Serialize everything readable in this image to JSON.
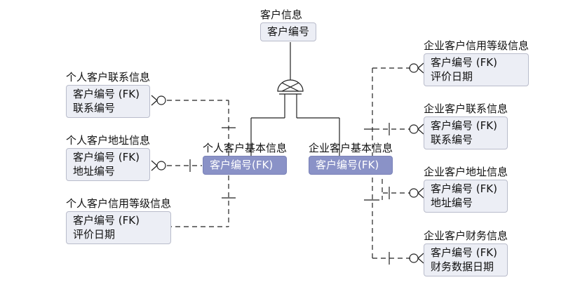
{
  "entities": {
    "customer": {
      "title": "客户信息",
      "attrs": [
        "客户编号"
      ]
    },
    "personal_contact": {
      "title": "个人客户联系信息",
      "attrs": [
        "客户编号 (FK)",
        "联系编号"
      ]
    },
    "personal_address": {
      "title": "个人客户地址信息",
      "attrs": [
        "客户编号 (FK)",
        "地址编号"
      ]
    },
    "personal_credit": {
      "title": "个人客户信用等级信息",
      "attrs": [
        "客户编号 (FK)",
        "评价日期"
      ]
    },
    "personal_basic": {
      "title": "个人客户基本信息",
      "attrs": [
        "客户编号(FK)"
      ]
    },
    "corporate_basic": {
      "title": "企业客户基本信息",
      "attrs": [
        "客户编号(FK)"
      ]
    },
    "corporate_credit": {
      "title": "企业客户信用等级信息",
      "attrs": [
        "客户编号 (FK)",
        "评价日期"
      ]
    },
    "corporate_contact": {
      "title": "企业客户联系信息",
      "attrs": [
        "客户编号 (FK)",
        "联系编号"
      ]
    },
    "corporate_address": {
      "title": "企业客户地址信息",
      "attrs": [
        "客户编号 (FK)",
        "地址编号"
      ]
    },
    "corporate_finance": {
      "title": "企业客户财务信息",
      "attrs": [
        "客户编号 (FK)",
        "财务数据日期"
      ]
    }
  },
  "colors": {
    "entity_fill": "#eceef5",
    "entity_border": "#b9bccb",
    "highlight_fill": "#8a92c7",
    "line": "#222222"
  }
}
